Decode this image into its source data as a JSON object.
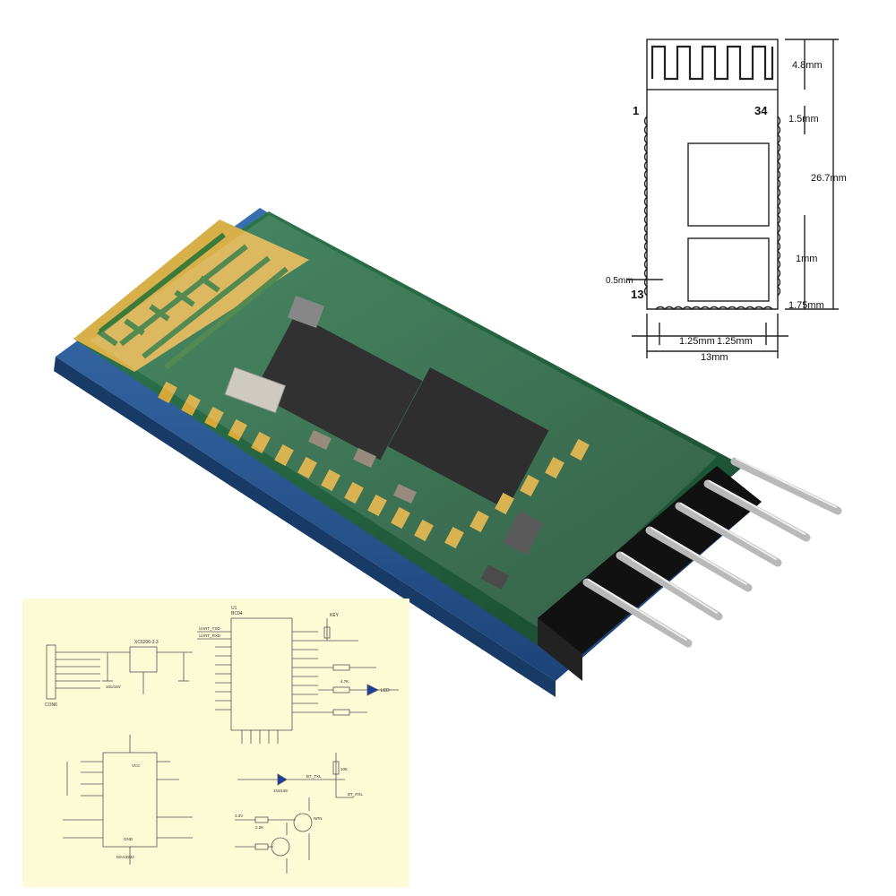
{
  "dimension_drawing": {
    "pin_first": "1",
    "pin_last": "34",
    "pin_side": "13",
    "dims": {
      "antenna_height": "4.8mm",
      "pad_spacing_top": "1.5mm",
      "total_length": "26.7mm",
      "pad_width": "1mm",
      "bottom_margin": "1.75mm",
      "pad_notch": "0.5mm",
      "left_offset": "1.25mm",
      "right_offset": "1.25mm",
      "total_width": "13mm"
    }
  },
  "module_photo": {
    "pin_count": 6,
    "color_pcb": "#1f5a3a",
    "color_backing": "#2a5c9a",
    "color_gold": "#d4a93a"
  },
  "schematic": {
    "background": "#fdfbd6",
    "labels": {
      "regulator": "XC6206-3.3",
      "connector": "CON6",
      "module": "BC04",
      "module_ref": "U1",
      "key": "KEY",
      "led": "LED",
      "uart_txd": "UART_TXD",
      "uart_rxd": "UART_RXD",
      "max_chip": "MAX3232",
      "diode": "1N4148",
      "bt_txl": "BT_TXL",
      "bt_rxl": "BT_RXL",
      "transistor": "NPN",
      "r1": "4.7K",
      "r2": "2.2K",
      "r3": "10K",
      "cap": "10u/16V",
      "vcc": "VCC",
      "gnd": "GND",
      "v33": "3.3V"
    }
  }
}
